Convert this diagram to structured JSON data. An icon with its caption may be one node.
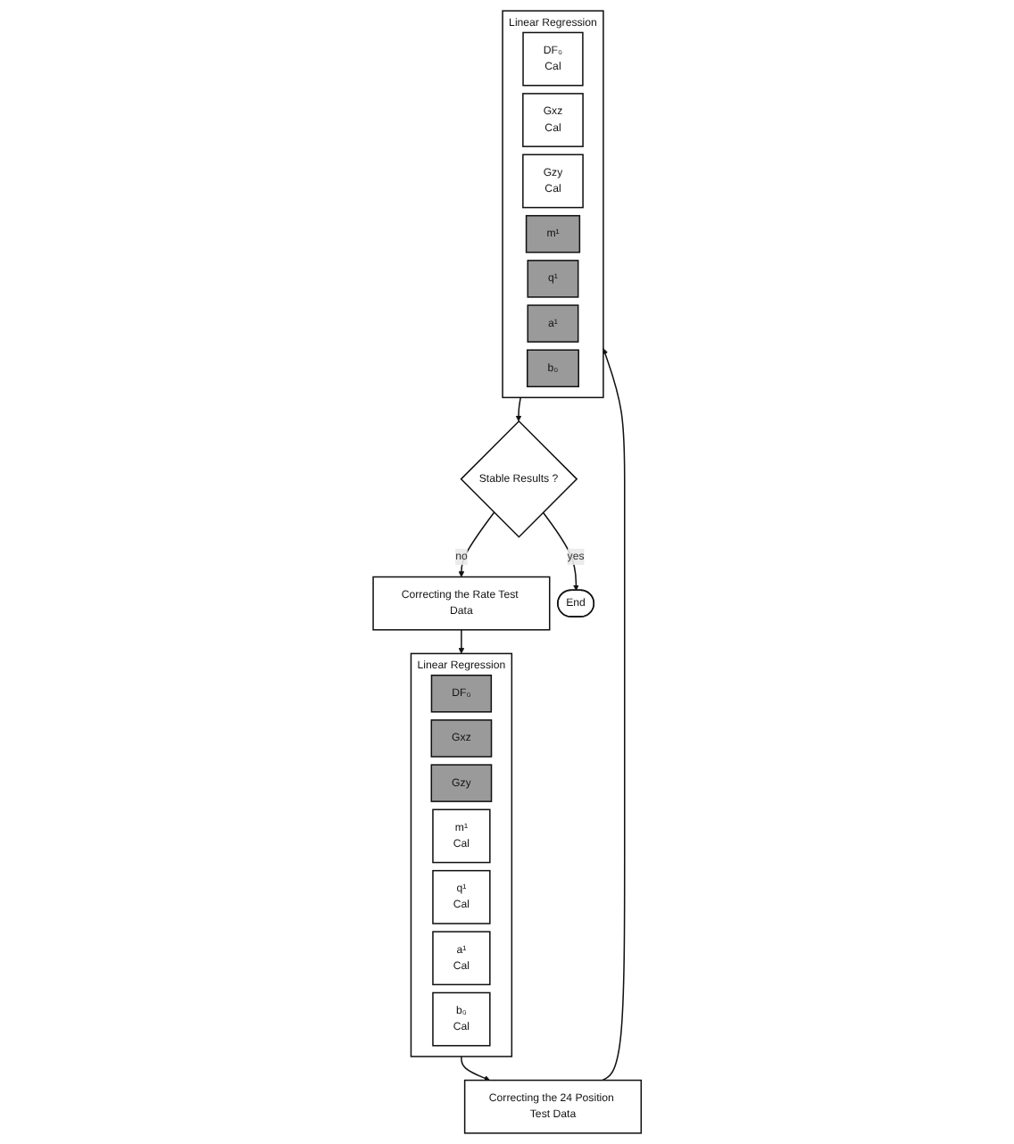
{
  "diagram": {
    "nodes": [
      {
        "text": [
          "Correcting the Rate Test Data"
        ]
      },
      {
        "text": [
          "Linear Regression"
        ]
      },
      {
        "text": [
          "DF₀"
        ],
        "in": 1
      },
      {
        "text": [
          "Gxz"
        ],
        "in": 1
      },
      {
        "text": [
          "Gzy"
        ],
        "in": 1
      },
      {
        "text": [
          "m¹",
          "Cal"
        ],
        "in": 1
      },
      {
        "text": [
          "q¹",
          "Cal"
        ],
        "in": 1
      },
      {
        "text": [
          "a¹",
          "Cal"
        ],
        "in": 1
      },
      {
        "text": [
          "b₀",
          "Cal"
        ],
        "in": 1
      },
      {
        "text": [
          "Correcting the 24 Position Test Data"
        ]
      },
      {
        "text": [
          "Linear Regression"
        ]
      },
      {
        "text": [
          "DF₀",
          "Cal"
        ],
        "in": 10
      },
      {
        "text": [
          "Gxz",
          "Cal"
        ],
        "in": 10
      },
      {
        "text": [
          "Gzy",
          "Cal"
        ],
        "in": 10
      },
      {
        "text": [
          "m¹"
        ],
        "in": 10
      },
      {
        "text": [
          "q¹"
        ],
        "in": 10
      },
      {
        "text": [
          "a¹"
        ],
        "in": 10
      },
      {
        "text": [
          "b₀"
        ],
        "in": 10
      },
      {
        "text": [
          "Stable Results ?"
        ]
      },
      {
        "text": [
          "End"
        ]
      }
    ],
    "edges": [
      {
        "from": 0,
        "to": 1,
        "arrow": "to"
      },
      {
        "from": 1,
        "to": 9,
        "arrow": "to"
      },
      {
        "from": 9,
        "to": 10,
        "arrow": "to"
      },
      {
        "from": 10,
        "to": 18,
        "arrow": "to"
      },
      {
        "from": 18,
        "to": 19,
        "label": "yes",
        "arrow": "to"
      },
      {
        "from": 18,
        "to": 0,
        "label": "no",
        "arrow": "to"
      }
    ]
  }
}
